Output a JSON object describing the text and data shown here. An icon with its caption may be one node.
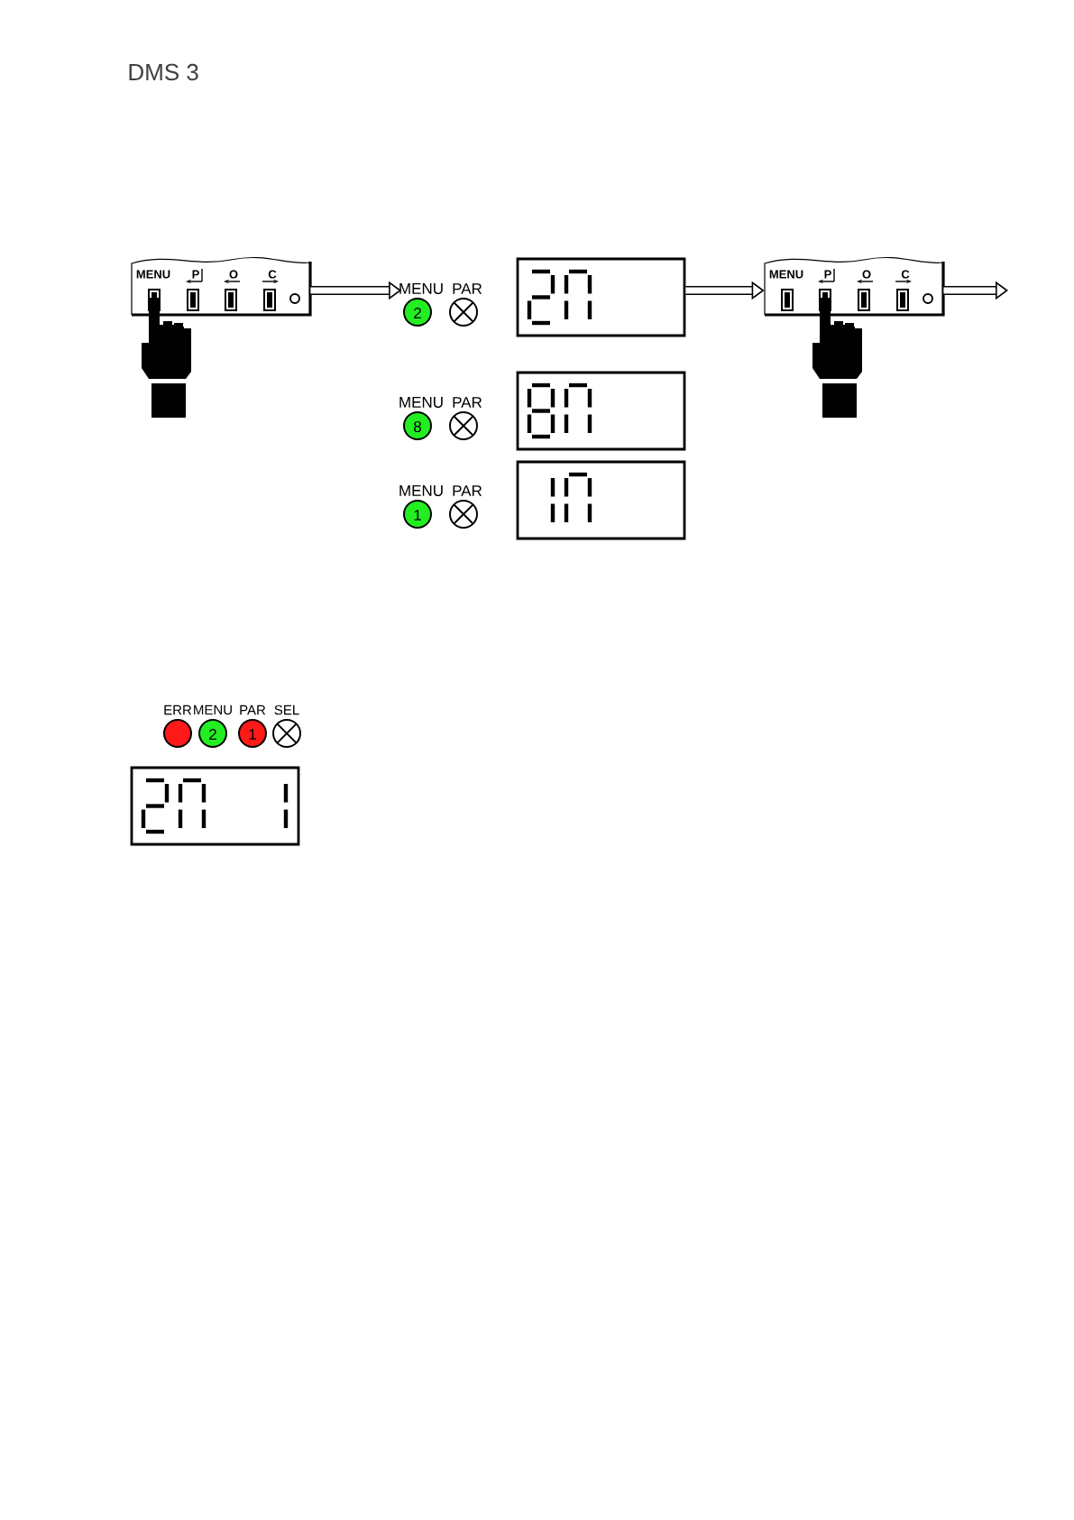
{
  "diagram": {
    "title": "DMS 3",
    "nodes": [
      {
        "text": [
          "MENU",
          "P",
          "O",
          "C"
        ]
      },
      {
        "text": [
          "MENU",
          "PAR",
          "2"
        ]
      },
      {
        "text": [],
        "shape": "box"
      },
      {
        "text": [
          "MENU",
          "P",
          "O",
          "C"
        ]
      },
      {
        "text": [
          "MENU",
          "PAR",
          "8"
        ]
      },
      {
        "text": [],
        "shape": "box"
      },
      {
        "text": [
          "MENU",
          "PAR",
          "1"
        ]
      },
      {
        "text": [],
        "shape": "box"
      },
      {
        "text": [],
        "shape": "box"
      }
    ],
    "edges": [
      {
        "from": 0,
        "to": 1,
        "arrow": "to"
      },
      {
        "from": 2,
        "to": 3,
        "arrow": "to"
      },
      {
        "from": 3,
        "to": null,
        "arrow": "to"
      }
    ],
    "labels": [
      "ERR",
      "MENU",
      "PAR",
      "SEL",
      "2",
      "1"
    ]
  }
}
